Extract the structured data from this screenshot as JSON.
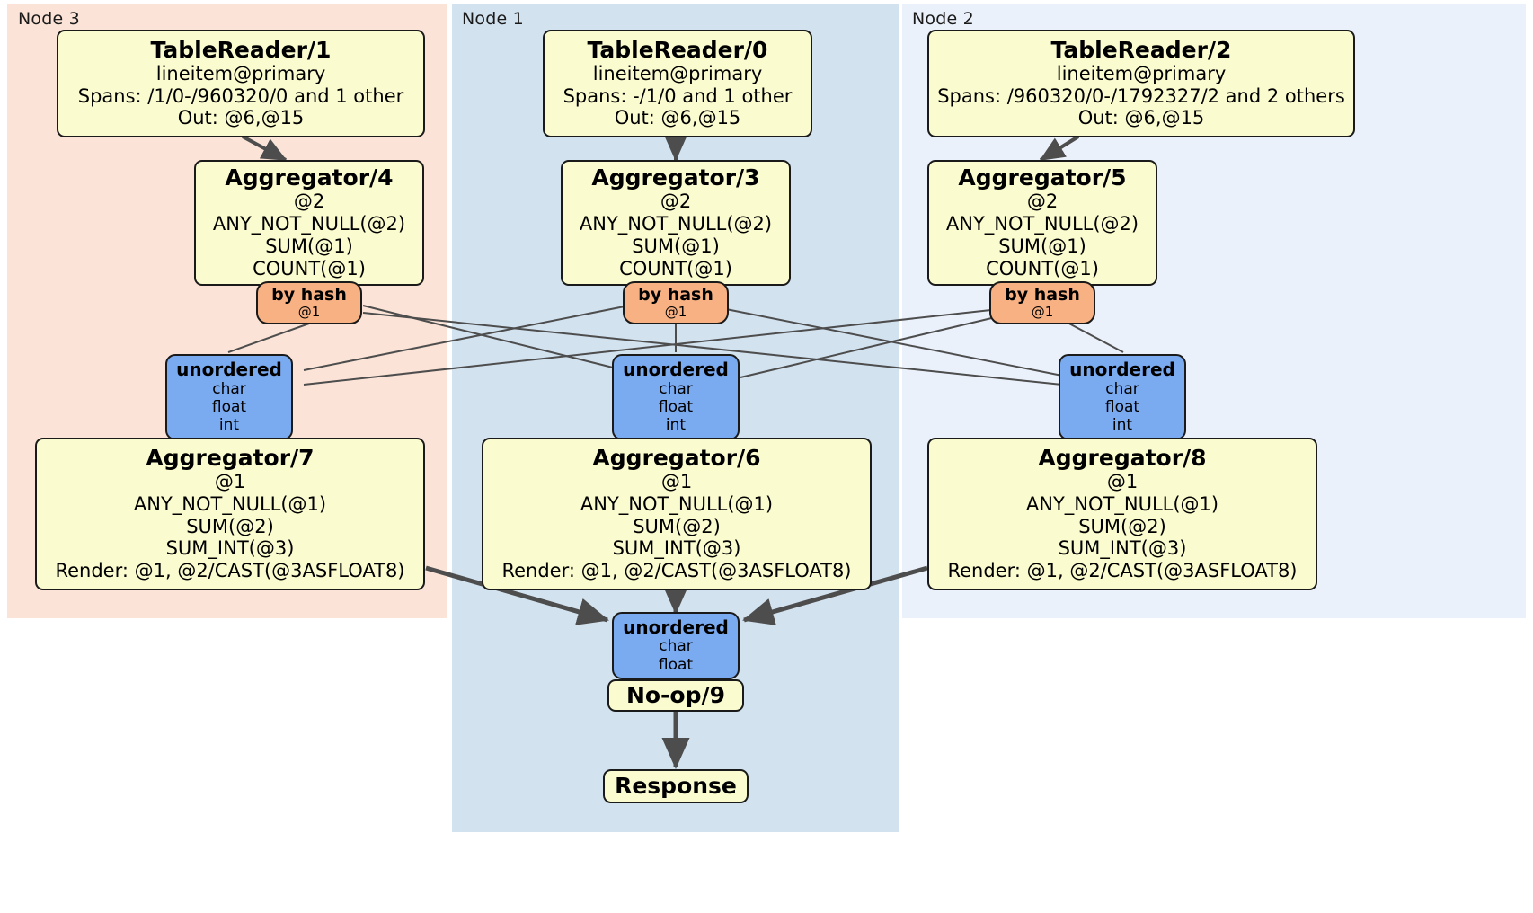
{
  "diagram": {
    "type": "distributed-query-plan",
    "colors": {
      "node3_lane": "#fbe4d7",
      "node1_lane": "#d2e2ef",
      "node2_lane": "#eaf1fb",
      "processor_box": "#fbfbd0",
      "router": "#f7b183",
      "synchronizer": "#7aaaf0",
      "edge": "#4d4d4d",
      "border": "#1a1a1a"
    }
  },
  "lanes": [
    {
      "id": "node3",
      "label": "Node 3"
    },
    {
      "id": "node1",
      "label": "Node 1"
    },
    {
      "id": "node2",
      "label": "Node 2"
    }
  ],
  "table_readers": [
    {
      "title": "TableReader/1",
      "table": "lineitem@primary",
      "spans": "Spans: /1/0-/960320/0 and 1 other",
      "out": "Out: @6,@15"
    },
    {
      "title": "TableReader/0",
      "table": "lineitem@primary",
      "spans": "Spans: -/1/0 and 1 other",
      "out": "Out: @6,@15"
    },
    {
      "title": "TableReader/2",
      "table": "lineitem@primary",
      "spans": "Spans: /960320/0-/1792327/2 and 2 others",
      "out": "Out: @6,@15"
    }
  ],
  "stage1_aggregators": [
    {
      "title": "Aggregator/4",
      "group": "@2",
      "aggs": [
        "ANY_NOT_NULL(@2)",
        "SUM(@1)",
        "COUNT(@1)"
      ]
    },
    {
      "title": "Aggregator/3",
      "group": "@2",
      "aggs": [
        "ANY_NOT_NULL(@2)",
        "SUM(@1)",
        "COUNT(@1)"
      ]
    },
    {
      "title": "Aggregator/5",
      "group": "@2",
      "aggs": [
        "ANY_NOT_NULL(@2)",
        "SUM(@1)",
        "COUNT(@1)"
      ]
    }
  ],
  "routers": [
    {
      "title": "by hash",
      "column": "@1"
    },
    {
      "title": "by hash",
      "column": "@1"
    },
    {
      "title": "by hash",
      "column": "@1"
    }
  ],
  "synchronizers": [
    {
      "title": "unordered",
      "types": [
        "char",
        "float",
        "int"
      ]
    },
    {
      "title": "unordered",
      "types": [
        "char",
        "float",
        "int"
      ]
    },
    {
      "title": "unordered",
      "types": [
        "char",
        "float",
        "int"
      ]
    }
  ],
  "stage2_aggregators": [
    {
      "title": "Aggregator/7",
      "group": "@1",
      "aggs": [
        "ANY_NOT_NULL(@1)",
        "SUM(@2)",
        "SUM_INT(@3)"
      ],
      "render": "Render: @1, @2/CAST(@3ASFLOAT8)"
    },
    {
      "title": "Aggregator/6",
      "group": "@1",
      "aggs": [
        "ANY_NOT_NULL(@1)",
        "SUM(@2)",
        "SUM_INT(@3)"
      ],
      "render": "Render: @1, @2/CAST(@3ASFLOAT8)"
    },
    {
      "title": "Aggregator/8",
      "group": "@1",
      "aggs": [
        "ANY_NOT_NULL(@1)",
        "SUM(@2)",
        "SUM_INT(@3)"
      ],
      "render": "Render: @1, @2/CAST(@3ASFLOAT8)"
    }
  ],
  "final_sync": {
    "title": "unordered",
    "types": [
      "char",
      "float"
    ]
  },
  "noop": {
    "title": "No-op/9"
  },
  "response": {
    "title": "Response"
  }
}
